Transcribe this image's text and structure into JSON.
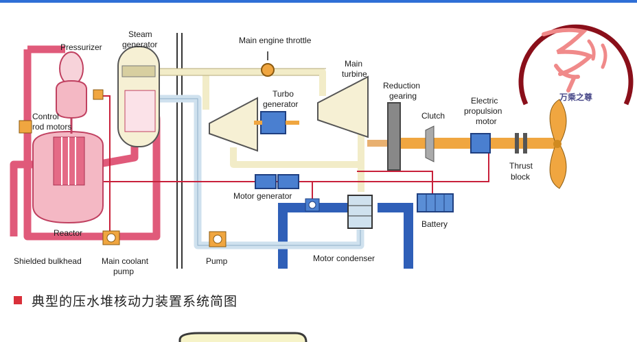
{
  "labels": {
    "pressurizer": "Pressurizer",
    "steam_generator_1": "Steam",
    "steam_generator_2": "generator",
    "main_engine_throttle": "Main engine throttle",
    "main_turbine_1": "Main",
    "main_turbine_2": "turbine",
    "turbo_generator_1": "Turbo",
    "turbo_generator_2": "generator",
    "reduction_gearing_1": "Reduction",
    "reduction_gearing_2": "gearing",
    "clutch": "Clutch",
    "electric_motor_1": "Electric",
    "electric_motor_2": "propulsion",
    "electric_motor_3": "motor",
    "control_rod_1": "Control",
    "control_rod_2": "rod motors",
    "thrust_block_1": "Thrust",
    "thrust_block_2": "block",
    "motor_generator": "Motor generator",
    "battery": "Battery",
    "reactor": "Reactor",
    "shielded_bulkhead": "Shielded bulkhead",
    "main_coolant_pump_1": "Main coolant",
    "main_coolant_pump_2": "pump",
    "pump": "Pump",
    "motor_condenser": "Motor condenser"
  },
  "caption": "典型的压水堆核动力装置系统简图",
  "logo_text": "万乘之尊",
  "colors": {
    "primary_loop": "#e05a7a",
    "secondary_loop": "#f2ecc8",
    "condensate_loop": "#cfe1ee",
    "cooling_water": "#2f5fb8",
    "shaft": "#f0a640",
    "electrical": "#c8203a",
    "accent": "#d9303a"
  }
}
